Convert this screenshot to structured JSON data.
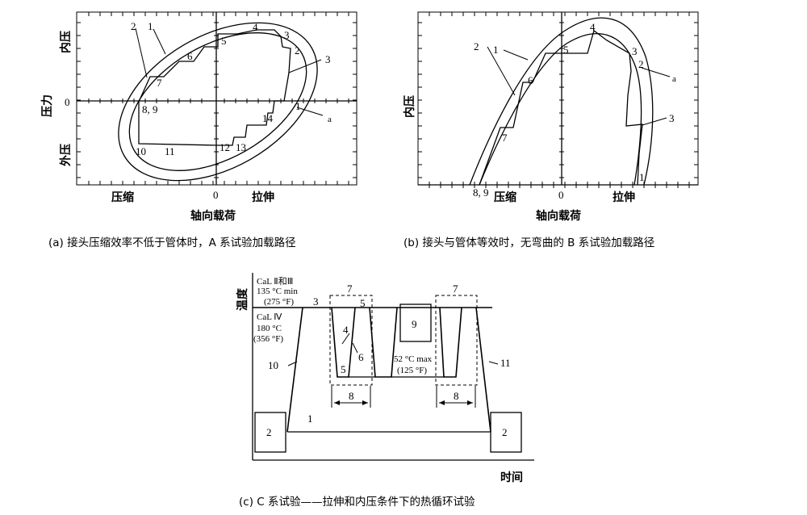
{
  "panel_a": {
    "y_label": "压力",
    "y_top": "内压",
    "y_bottom": "外压",
    "x_left": "压缩",
    "x_right": "拉伸",
    "x_zero": "0",
    "y_zero": "0",
    "x_axis": "轴向载荷",
    "points": [
      "1",
      "2",
      "3",
      "4",
      "5",
      "6",
      "7",
      "8, 9",
      "10",
      "11",
      "12",
      "13",
      "14",
      "2",
      "3",
      "1",
      "a"
    ],
    "caption": "(a) 接头压缩效率不低于管体时，A 系试验加载路径"
  },
  "panel_b": {
    "y_top": "内压",
    "x_left": "压缩",
    "x_right": "拉伸",
    "x_zero": "0",
    "x_axis": "轴向载荷",
    "points": [
      "2",
      "1",
      "4",
      "5",
      "3",
      "6",
      "2",
      "a",
      "7",
      "3",
      "8, 9",
      "1"
    ],
    "caption": "(b) 接头与管体等效时，无弯曲的 B 系试验加载路径"
  },
  "panel_c": {
    "y_label": "温度",
    "x_label": "时间",
    "cal_23": "CaL Ⅱ和Ⅲ",
    "cal_23_c": "135 °C min",
    "cal_23_f": "(275 °F)",
    "cal_4": "CaL Ⅳ",
    "cal_4_c": "180 °C",
    "cal_4_f": "(356 °F)",
    "max_c": "52 °C max",
    "max_f": "(125 °F)",
    "labels": [
      "1",
      "2",
      "2",
      "3",
      "4",
      "5",
      "5",
      "6",
      "7",
      "7",
      "8",
      "8",
      "9",
      "10",
      "11"
    ],
    "caption": "(c) C 系试验——拉伸和内压条件下的热循环试验"
  }
}
